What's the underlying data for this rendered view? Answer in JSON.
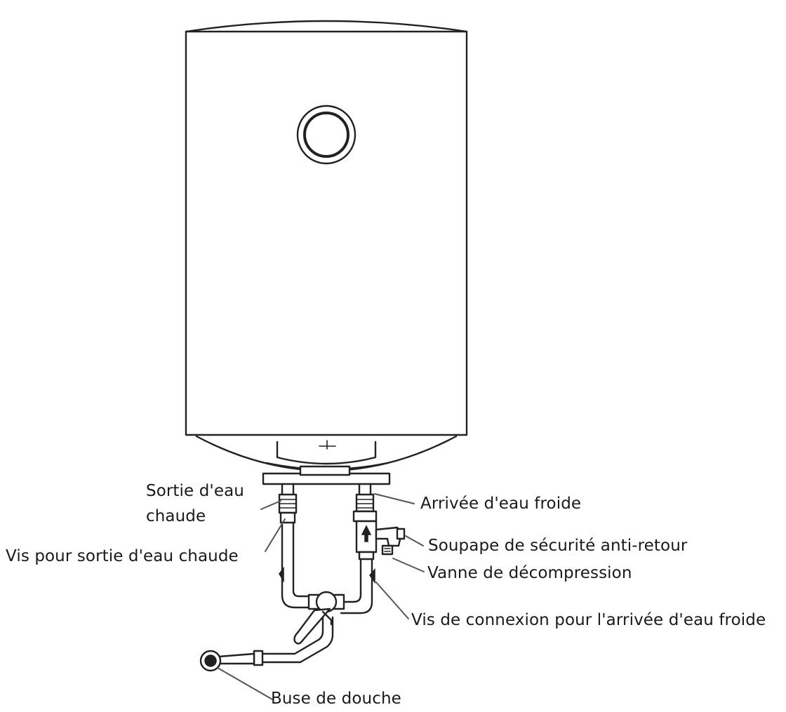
{
  "labels": {
    "hot_outlet_line1": "Sortie d'eau",
    "hot_outlet_line2": "chaude",
    "hot_outlet_screw": "Vis pour sortie d'eau chaude",
    "cold_inlet": "Arrivée d'eau froide",
    "safety_valve": "Soupape de sécurité anti-retour",
    "relief_valve": "Vanne de décompression",
    "cold_inlet_screw": "Vis de connexion pour l'arrivée d'eau froide",
    "shower_nozzle": "Buse de douche"
  },
  "colors": {
    "line": "#222222",
    "leader": "#555555",
    "background": "#ffffff"
  },
  "icons": {
    "tank": "water-heater-tank",
    "thermostat": "thermostat-dial-icon",
    "shower": "shower-head-icon"
  }
}
